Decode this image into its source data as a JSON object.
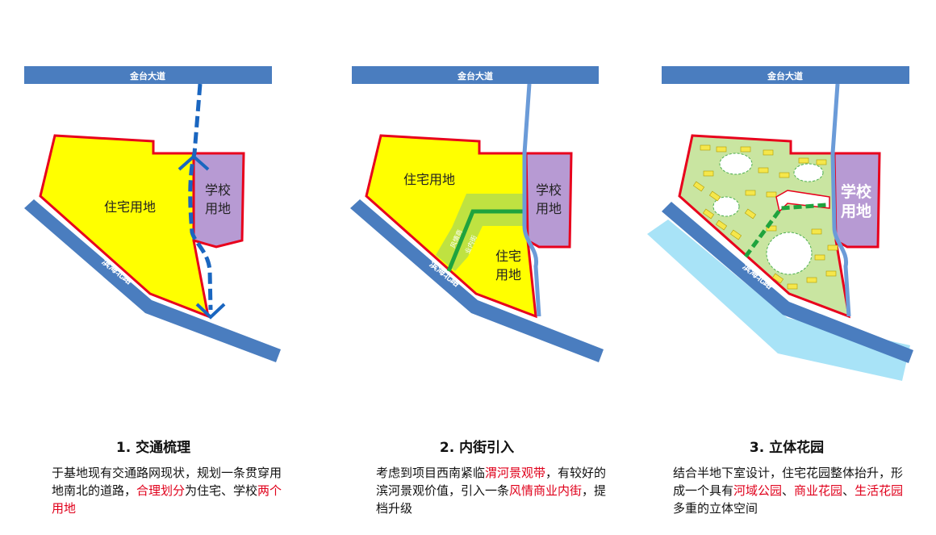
{
  "panels": [
    {
      "road_top": "金台大道",
      "road_side": "滨海北路",
      "residential": "住宅用地",
      "school_1": "学校",
      "school_2": "用地",
      "title": "1. 交通梳理",
      "desc": [
        {
          "t": "于基地现有交通路网现状，规划一条贯穿用地南北的道路，",
          "red": false
        },
        {
          "t": "合理划分",
          "red": true
        },
        {
          "t": "为住宅、学校",
          "red": false
        },
        {
          "t": "两个用地",
          "red": true
        }
      ]
    },
    {
      "road_top": "金台大道",
      "road_side": "滨海北路",
      "residential": "住宅用地",
      "residential2_1": "住宅",
      "residential2_2": "用地",
      "school_1": "学校",
      "school_2": "用地",
      "street_a": "风情商",
      "street_b": "业内街",
      "title": "2. 内街引入",
      "desc": [
        {
          "t": "考虑到项目西南紧临",
          "red": false
        },
        {
          "t": "渭河景观带",
          "red": true
        },
        {
          "t": "，有较好的滨河景观价值，引入一条",
          "red": false
        },
        {
          "t": "风情商业内街",
          "red": true
        },
        {
          "t": "，提档升级",
          "red": false
        }
      ]
    },
    {
      "road_top": "金台大道",
      "road_side": "滨海北路",
      "school_1": "学校",
      "school_2": "用地",
      "title": "3. 立体花园",
      "desc": [
        {
          "t": "结合半地下室设计，住宅花园整体抬升，形成一个具有",
          "red": false
        },
        {
          "t": "河域公园",
          "red": true
        },
        {
          "t": "、",
          "red": false
        },
        {
          "t": "商业花园",
          "red": true
        },
        {
          "t": "、",
          "red": false
        },
        {
          "t": "生活花园",
          "red": true
        },
        {
          "t": "多重的立体空间",
          "red": false
        }
      ]
    }
  ],
  "colors": {
    "road": "#4a7dbf",
    "residential": "#ffff00",
    "school": "#b79ad3",
    "boundary": "#e8001c",
    "river": "#a8e3f7",
    "park": "#c9e5a1",
    "street": "#1fa33e",
    "building": "#f5e74b"
  }
}
